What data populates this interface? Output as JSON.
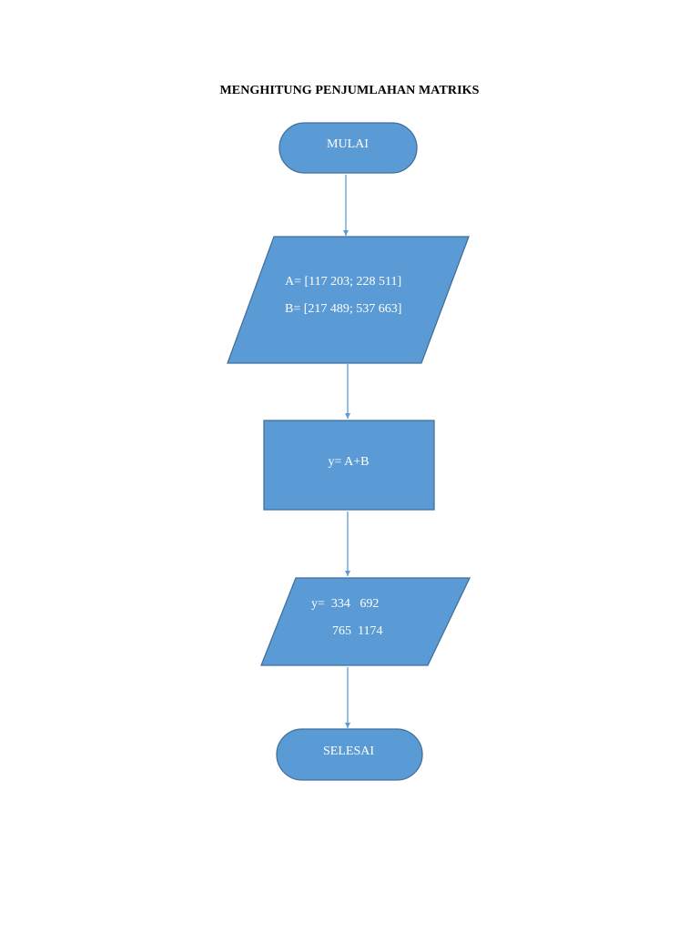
{
  "title": "MENGHITUNG PENJUMLAHAN MATRIKS",
  "colors": {
    "shape_fill": "#5B9BD5",
    "shape_stroke": "#41719C",
    "connector": "#5B9BD5",
    "text": "#FFFFFF"
  },
  "nodes": {
    "start": {
      "label": "MULAI"
    },
    "input": {
      "line1": "A= [117 203; 228 511]",
      "line2": "B= [217 489; 537 663]"
    },
    "process": {
      "label": "y= A+B"
    },
    "output": {
      "line1": "y=  334   692",
      "line2": "765  1174"
    },
    "end": {
      "label": "SELESAI"
    }
  }
}
